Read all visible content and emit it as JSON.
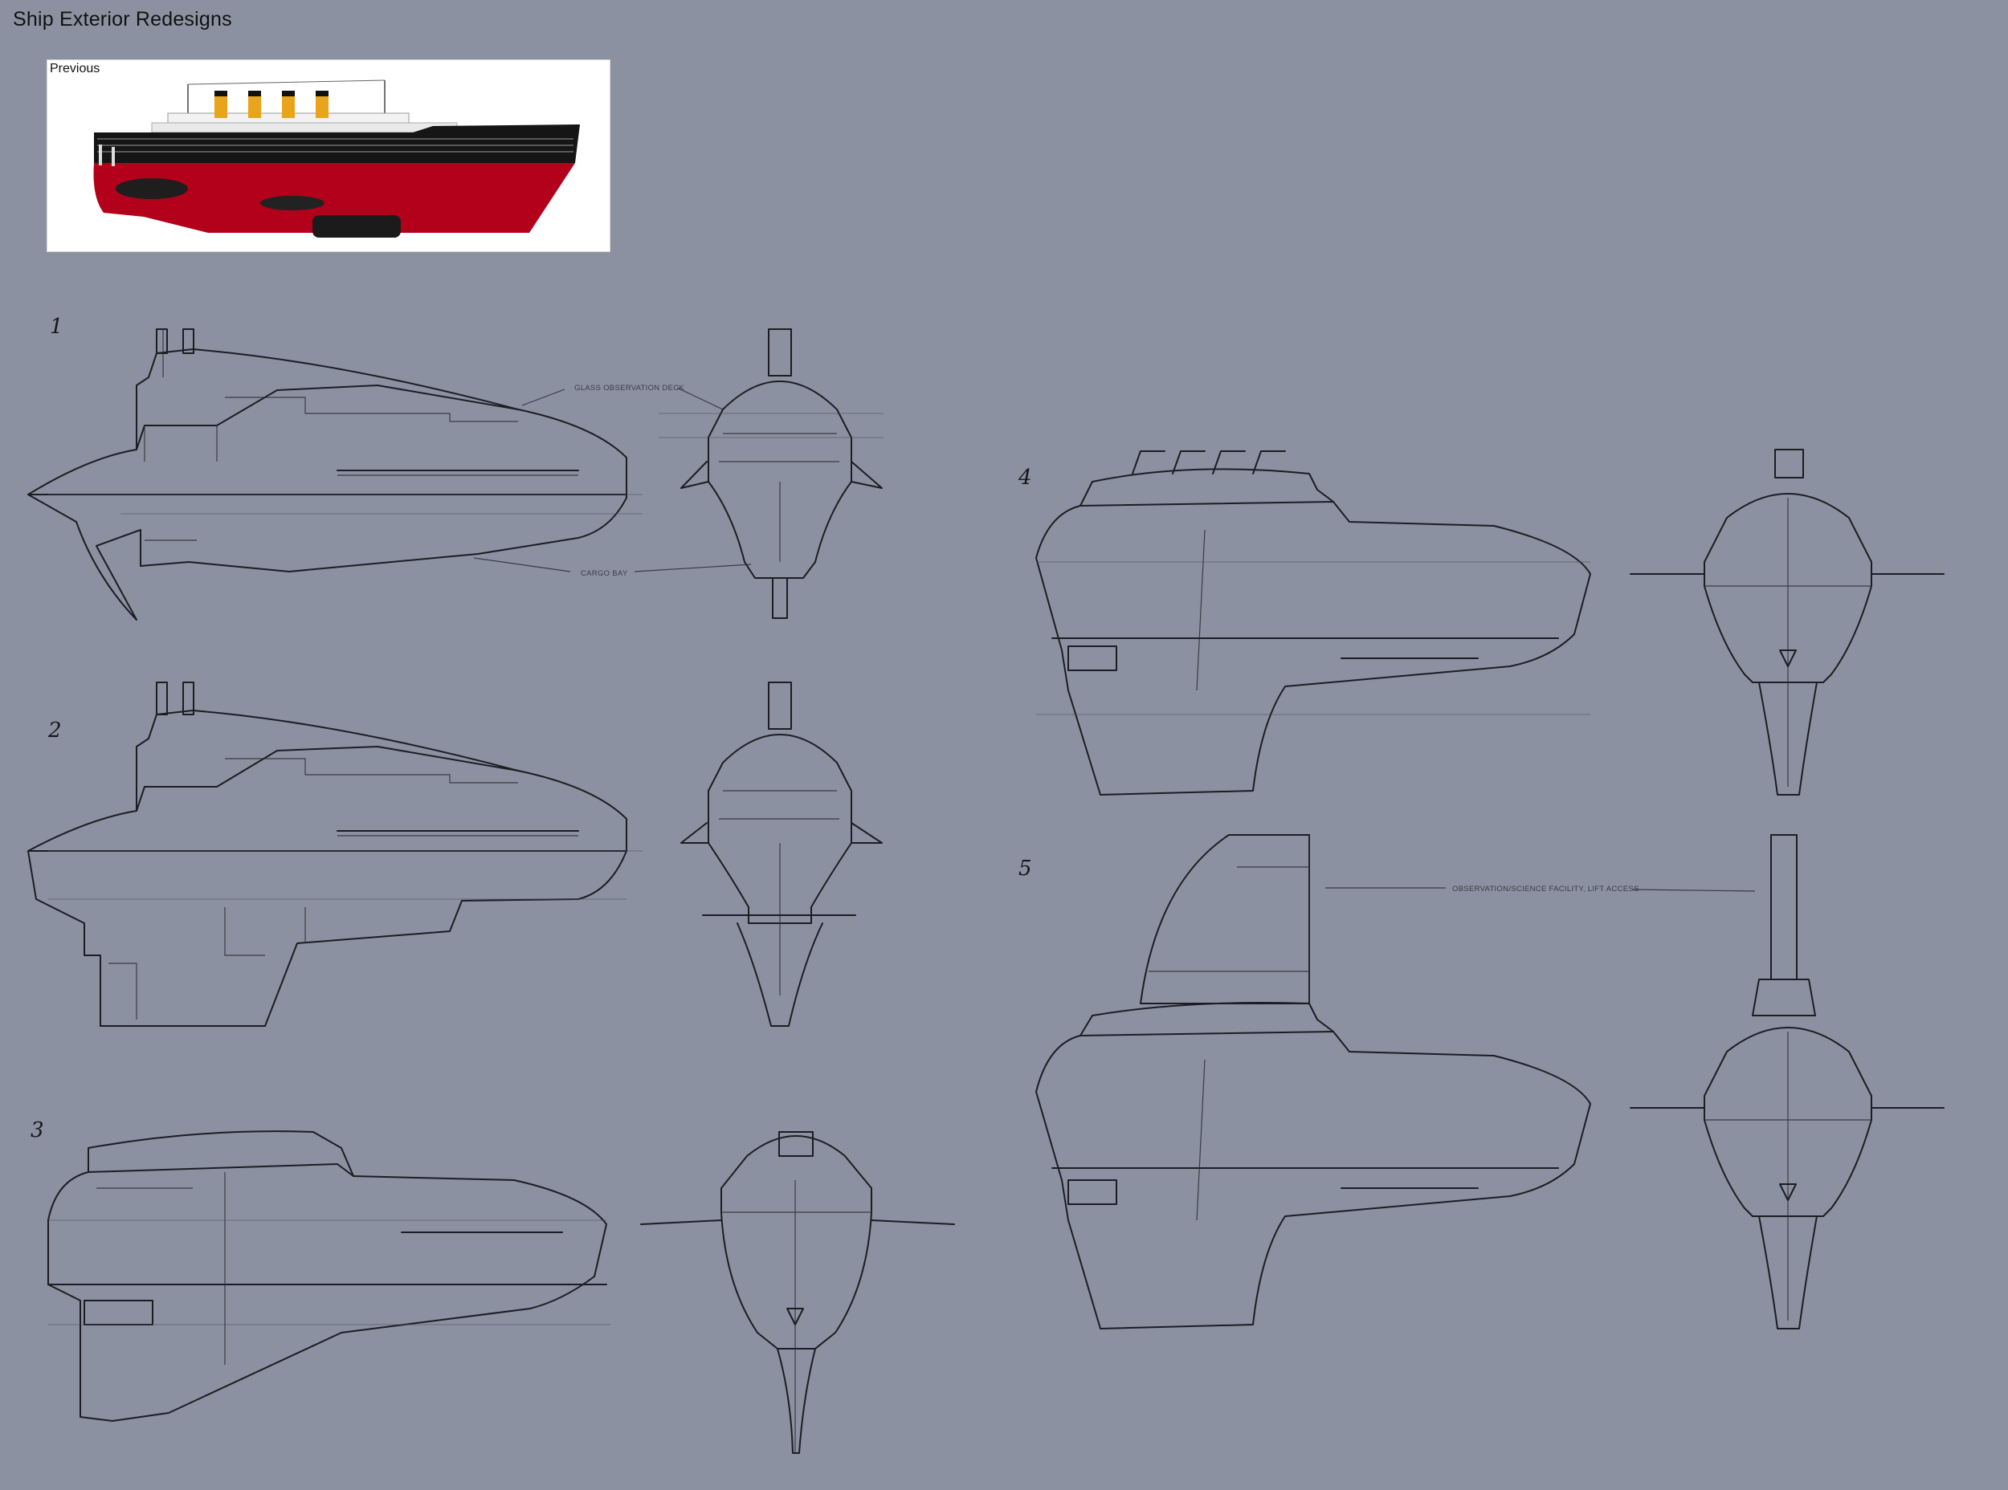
{
  "title": "Ship Exterior Redesigns",
  "previous": {
    "label": "Previous",
    "colors": {
      "hull_red": "#b3001b",
      "hull_black": "#151515",
      "funnel": "#e8a41a",
      "superstructure": "#f1f1f1"
    }
  },
  "designs": [
    {
      "number": "1",
      "annotations": [
        "GLASS OBSERVATION DECK",
        "CARGO BAY"
      ]
    },
    {
      "number": "2",
      "annotations": []
    },
    {
      "number": "3",
      "annotations": []
    },
    {
      "number": "4",
      "annotations": []
    },
    {
      "number": "5",
      "annotations": [
        "OBSERVATION/SCIENCE FACILITY, LIFT ACCESS"
      ]
    }
  ],
  "colors": {
    "background": "#8b91a0",
    "ink": "#1b1d22"
  }
}
